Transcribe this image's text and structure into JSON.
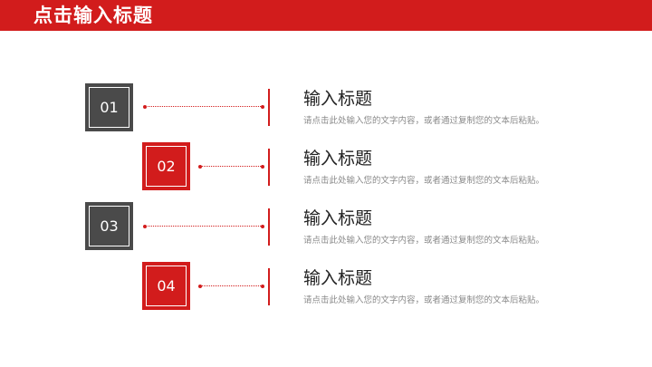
{
  "header": {
    "title": "点击输入标题",
    "bg_color": "#d21c1c"
  },
  "items": [
    {
      "number": "01",
      "style": "dark",
      "title": "输入标题",
      "desc": "请点击此处输入您的文字内容，或者通过复制您的文本后粘贴。"
    },
    {
      "number": "02",
      "style": "red",
      "title": "输入标题",
      "desc": "请点击此处输入您的文字内容，或者通过复制您的文本后粘贴。"
    },
    {
      "number": "03",
      "style": "dark",
      "title": "输入标题",
      "desc": "请点击此处输入您的文字内容，或者通过复制您的文本后粘贴。"
    },
    {
      "number": "04",
      "style": "red",
      "title": "输入标题",
      "desc": "请点击此处输入您的文字内容，或者通过复制您的文本后粘贴。"
    }
  ],
  "colors": {
    "accent": "#d21c1c",
    "dark": "#4a4a4a",
    "text": "#222222",
    "muted": "#8a8a8a"
  }
}
